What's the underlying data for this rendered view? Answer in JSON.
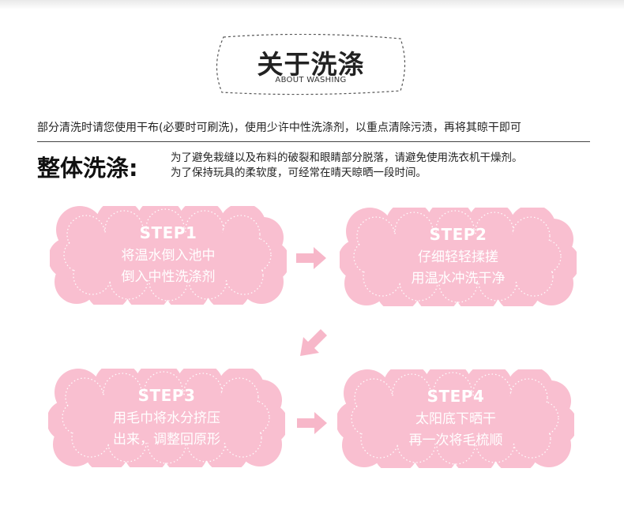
{
  "title": {
    "main": "关于洗涤",
    "sub": "ABOUT WASHING"
  },
  "intro": "部分清洗时请您使用干布(必要时可刷洗)，使用少许中性洗涤剂，以重点清除污渍，再将其晾干即可",
  "whole": {
    "title": "整体洗涤:",
    "lines": [
      "为了避免栽缝以及布料的破裂和眼睛部分脱落，请避免使用洗衣机干燥剂。",
      "为了保持玩具的柔软度，可经常在晴天晾晒一段时间。"
    ]
  },
  "steps": [
    {
      "label": "STEP1",
      "lines": [
        "将温水倒入池中",
        "倒入中性洗涤剂"
      ]
    },
    {
      "label": "STEP2",
      "lines": [
        "仔细轻轻揉搓",
        "用温水冲洗干净"
      ]
    },
    {
      "label": "STEP3",
      "lines": [
        "用毛巾将水分挤压",
        "出来，调整回原形"
      ]
    },
    {
      "label": "STEP4",
      "lines": [
        "太阳底下晒干",
        "再一次将毛梳顺"
      ]
    }
  ],
  "colors": {
    "cloud": "#f9bfd0",
    "arrow": "#f7b7c9",
    "text": "#ffffff"
  },
  "icons": [
    "arrow-right-icon",
    "arrow-down-left-icon"
  ]
}
